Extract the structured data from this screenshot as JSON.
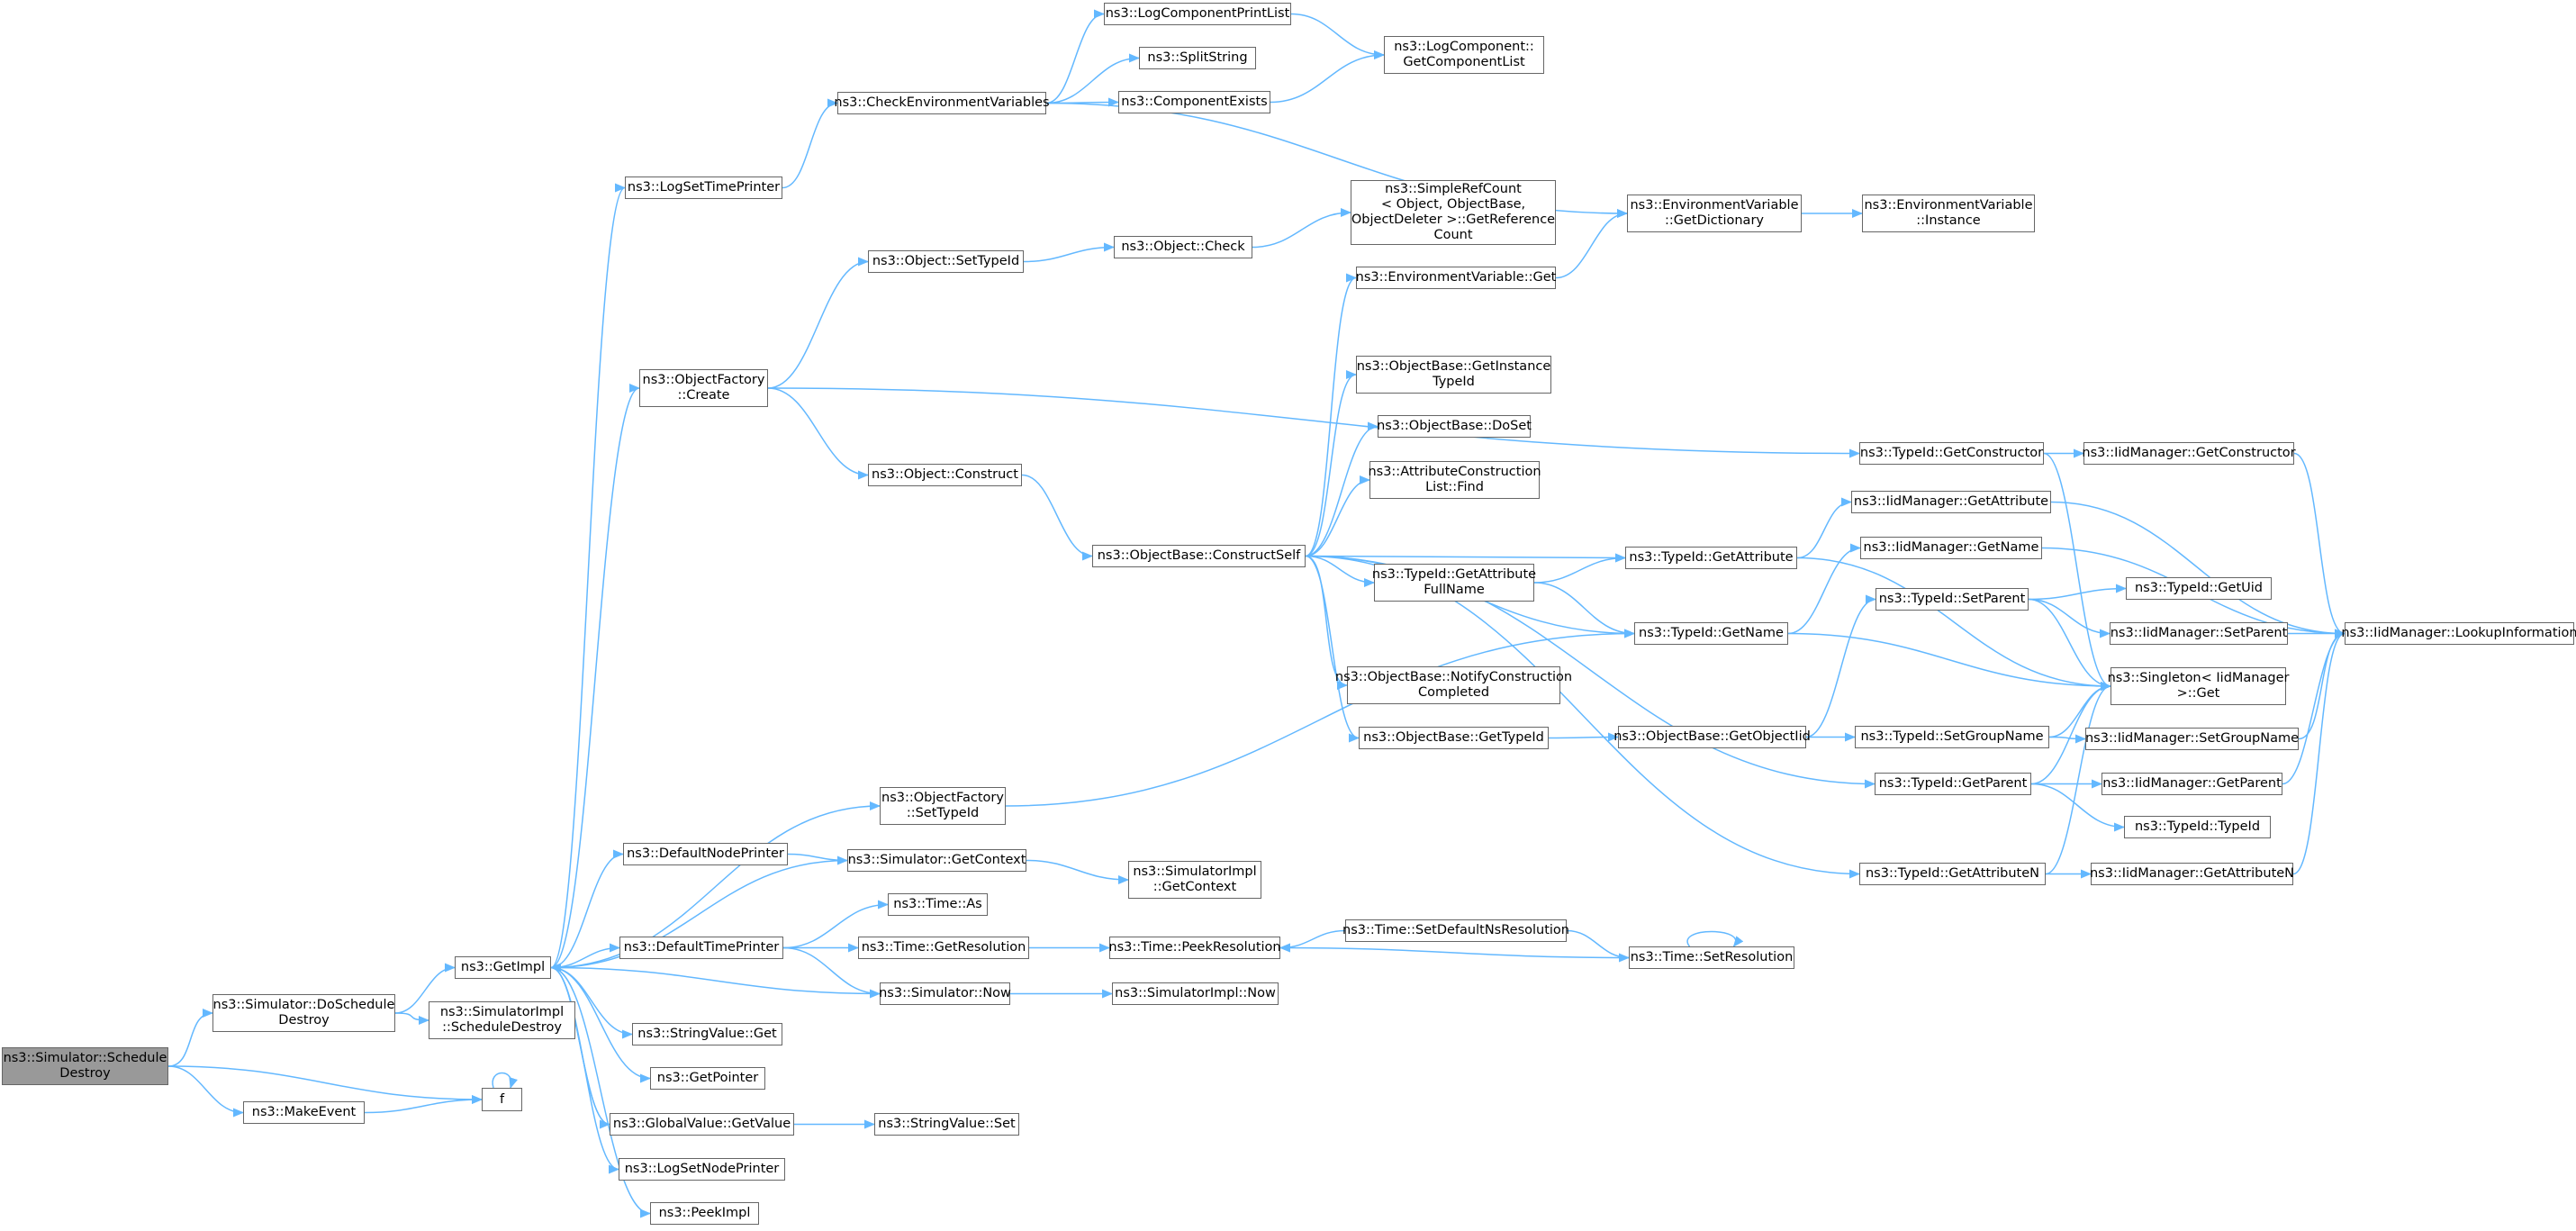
{
  "colors": {
    "edge": "#63b8ff",
    "node_border": "#666666",
    "node_fill": "#ffffff",
    "root_fill": "#999999"
  },
  "nodes": [
    {
      "id": "n_schedule_destroy",
      "lines": [
        "ns3::Simulator::Schedule",
        "Destroy"
      ],
      "root": true
    },
    {
      "id": "n_do_schedule_destroy",
      "lines": [
        "ns3::Simulator::DoSchedule",
        "Destroy"
      ]
    },
    {
      "id": "n_make_event",
      "lines": [
        "ns3::MakeEvent"
      ]
    },
    {
      "id": "n_f",
      "lines": [
        "f"
      ]
    },
    {
      "id": "n_get_impl",
      "lines": [
        "ns3::GetImpl"
      ]
    },
    {
      "id": "n_simimpl_schedule_destroy",
      "lines": [
        "ns3::SimulatorImpl",
        "::ScheduleDestroy"
      ]
    },
    {
      "id": "n_log_set_time_printer",
      "lines": [
        "ns3::LogSetTimePrinter"
      ]
    },
    {
      "id": "n_object_factory_create",
      "lines": [
        "ns3::ObjectFactory",
        "::Create"
      ]
    },
    {
      "id": "n_object_factory_set_type_id",
      "lines": [
        "ns3::ObjectFactory",
        "::SetTypeId"
      ]
    },
    {
      "id": "n_default_node_printer",
      "lines": [
        "ns3::DefaultNodePrinter"
      ]
    },
    {
      "id": "n_default_time_printer",
      "lines": [
        "ns3::DefaultTimePrinter"
      ]
    },
    {
      "id": "n_string_value_get",
      "lines": [
        "ns3::StringValue::Get"
      ]
    },
    {
      "id": "n_get_pointer",
      "lines": [
        "ns3::GetPointer"
      ]
    },
    {
      "id": "n_global_value_get_value",
      "lines": [
        "ns3::GlobalValue::GetValue"
      ]
    },
    {
      "id": "n_log_set_node_printer",
      "lines": [
        "ns3::LogSetNodePrinter"
      ]
    },
    {
      "id": "n_peek_impl",
      "lines": [
        "ns3::PeekImpl"
      ]
    },
    {
      "id": "n_check_env_vars",
      "lines": [
        "ns3::CheckEnvironmentVariables"
      ]
    },
    {
      "id": "n_log_component_print_list",
      "lines": [
        "ns3::LogComponentPrintList"
      ]
    },
    {
      "id": "n_split_string",
      "lines": [
        "ns3::SplitString"
      ]
    },
    {
      "id": "n_component_exists",
      "lines": [
        "ns3::ComponentExists"
      ]
    },
    {
      "id": "n_log_component_get_list",
      "lines": [
        "ns3::LogComponent::",
        "GetComponentList"
      ]
    },
    {
      "id": "n_env_var_get_dictionary",
      "lines": [
        "ns3::EnvironmentVariable",
        "::GetDictionary"
      ]
    },
    {
      "id": "n_env_var_instance",
      "lines": [
        "ns3::EnvironmentVariable",
        "::Instance"
      ]
    },
    {
      "id": "n_env_var_get",
      "lines": [
        "ns3::EnvironmentVariable::Get"
      ]
    },
    {
      "id": "n_object_set_type_id",
      "lines": [
        "ns3::Object::SetTypeId"
      ]
    },
    {
      "id": "n_object_check",
      "lines": [
        "ns3::Object::Check"
      ]
    },
    {
      "id": "n_simple_ref_count",
      "lines": [
        "ns3::SimpleRefCount",
        "< Object, ObjectBase,",
        "ObjectDeleter >::GetReference",
        "Count"
      ]
    },
    {
      "id": "n_object_construct",
      "lines": [
        "ns3::Object::Construct"
      ]
    },
    {
      "id": "n_construct_self",
      "lines": [
        "ns3::ObjectBase::ConstructSelf"
      ]
    },
    {
      "id": "n_get_instance_type_id",
      "lines": [
        "ns3::ObjectBase::GetInstance",
        "TypeId"
      ]
    },
    {
      "id": "n_do_set",
      "lines": [
        "ns3::ObjectBase::DoSet"
      ]
    },
    {
      "id": "n_attr_construction_list_find",
      "lines": [
        "ns3::AttributeConstruction",
        "List::Find"
      ]
    },
    {
      "id": "n_typeid_get_attribute_full_name",
      "lines": [
        "ns3::TypeId::GetAttribute",
        "FullName"
      ]
    },
    {
      "id": "n_notify_construction_completed",
      "lines": [
        "ns3::ObjectBase::NotifyConstruction",
        "Completed"
      ]
    },
    {
      "id": "n_objectbase_get_type_id",
      "lines": [
        "ns3::ObjectBase::GetTypeId"
      ]
    },
    {
      "id": "n_simulator_get_context",
      "lines": [
        "ns3::Simulator::GetContext"
      ]
    },
    {
      "id": "n_simimpl_get_context",
      "lines": [
        "ns3::SimulatorImpl",
        "::GetContext"
      ]
    },
    {
      "id": "n_time_as",
      "lines": [
        "ns3::Time::As"
      ]
    },
    {
      "id": "n_time_get_resolution",
      "lines": [
        "ns3::Time::GetResolution"
      ]
    },
    {
      "id": "n_simulator_now",
      "lines": [
        "ns3::Simulator::Now"
      ]
    },
    {
      "id": "n_string_value_set",
      "lines": [
        "ns3::StringValue::Set"
      ]
    },
    {
      "id": "n_time_peek_resolution",
      "lines": [
        "ns3::Time::PeekResolution"
      ]
    },
    {
      "id": "n_simimpl_now",
      "lines": [
        "ns3::SimulatorImpl::Now"
      ]
    },
    {
      "id": "n_time_set_default_ns_resolution",
      "lines": [
        "ns3::Time::SetDefaultNsResolution"
      ]
    },
    {
      "id": "n_time_set_resolution",
      "lines": [
        "ns3::Time::SetResolution"
      ]
    },
    {
      "id": "n_typeid_get_constructor",
      "lines": [
        "ns3::TypeId::GetConstructor"
      ]
    },
    {
      "id": "n_typeid_get_attribute",
      "lines": [
        "ns3::TypeId::GetAttribute"
      ]
    },
    {
      "id": "n_typeid_get_name",
      "lines": [
        "ns3::TypeId::GetName"
      ]
    },
    {
      "id": "n_objectbase_get_object_iid",
      "lines": [
        "ns3::ObjectBase::GetObjectIid"
      ]
    },
    {
      "id": "n_typeid_get_parent",
      "lines": [
        "ns3::TypeId::GetParent"
      ]
    },
    {
      "id": "n_typeid_get_attribute_n",
      "lines": [
        "ns3::TypeId::GetAttributeN"
      ]
    },
    {
      "id": "n_iid_get_constructor",
      "lines": [
        "ns3::IidManager::GetConstructor"
      ]
    },
    {
      "id": "n_iid_get_attribute",
      "lines": [
        "ns3::IidManager::GetAttribute"
      ]
    },
    {
      "id": "n_iid_get_name",
      "lines": [
        "ns3::IidManager::GetName"
      ]
    },
    {
      "id": "n_typeid_set_parent",
      "lines": [
        "ns3::TypeId::SetParent"
      ]
    },
    {
      "id": "n_typeid_set_group_name",
      "lines": [
        "ns3::TypeId::SetGroupName"
      ]
    },
    {
      "id": "n_singleton_iid_get",
      "lines": [
        "ns3::Singleton< IidManager",
        ">::Get"
      ]
    },
    {
      "id": "n_typeid_get_uid",
      "lines": [
        "ns3::TypeId::GetUid"
      ]
    },
    {
      "id": "n_iid_set_parent",
      "lines": [
        "ns3::IidManager::SetParent"
      ]
    },
    {
      "id": "n_iid_set_group_name",
      "lines": [
        "ns3::IidManager::SetGroupName"
      ]
    },
    {
      "id": "n_iid_get_parent",
      "lines": [
        "ns3::IidManager::GetParent"
      ]
    },
    {
      "id": "n_typeid_typeid",
      "lines": [
        "ns3::TypeId::TypeId"
      ]
    },
    {
      "id": "n_iid_get_attribute_n",
      "lines": [
        "ns3::IidManager::GetAttributeN"
      ]
    },
    {
      "id": "n_iid_lookup_information",
      "lines": [
        "ns3::IidManager::LookupInformation"
      ]
    }
  ],
  "edges": [
    [
      "n_schedule_destroy",
      "n_do_schedule_destroy"
    ],
    [
      "n_schedule_destroy",
      "n_make_event"
    ],
    [
      "n_schedule_destroy",
      "n_f"
    ],
    [
      "n_make_event",
      "n_f"
    ],
    [
      "n_f",
      "n_f"
    ],
    [
      "n_do_schedule_destroy",
      "n_get_impl"
    ],
    [
      "n_do_schedule_destroy",
      "n_simimpl_schedule_destroy"
    ],
    [
      "n_get_impl",
      "n_log_set_time_printer"
    ],
    [
      "n_get_impl",
      "n_object_factory_create"
    ],
    [
      "n_get_impl",
      "n_object_factory_set_type_id"
    ],
    [
      "n_get_impl",
      "n_default_node_printer"
    ],
    [
      "n_get_impl",
      "n_default_time_printer"
    ],
    [
      "n_get_impl",
      "n_string_value_get"
    ],
    [
      "n_get_impl",
      "n_get_pointer"
    ],
    [
      "n_get_impl",
      "n_global_value_get_value"
    ],
    [
      "n_get_impl",
      "n_log_set_node_printer"
    ],
    [
      "n_get_impl",
      "n_peek_impl"
    ],
    [
      "n_log_set_time_printer",
      "n_check_env_vars"
    ],
    [
      "n_check_env_vars",
      "n_log_component_print_list"
    ],
    [
      "n_check_env_vars",
      "n_split_string"
    ],
    [
      "n_check_env_vars",
      "n_component_exists"
    ],
    [
      "n_check_env_vars",
      "n_env_var_get_dictionary"
    ],
    [
      "n_log_component_print_list",
      "n_log_component_get_list"
    ],
    [
      "n_component_exists",
      "n_log_component_get_list"
    ],
    [
      "n_env_var_get_dictionary",
      "n_env_var_instance"
    ],
    [
      "n_env_var_get",
      "n_env_var_get_dictionary"
    ],
    [
      "n_object_factory_create",
      "n_object_set_type_id"
    ],
    [
      "n_object_factory_create",
      "n_object_construct"
    ],
    [
      "n_object_factory_create",
      "n_typeid_get_constructor"
    ],
    [
      "n_object_set_type_id",
      "n_object_check"
    ],
    [
      "n_object_check",
      "n_simple_ref_count"
    ],
    [
      "n_object_construct",
      "n_construct_self"
    ],
    [
      "n_construct_self",
      "n_env_var_get"
    ],
    [
      "n_construct_self",
      "n_get_instance_type_id"
    ],
    [
      "n_construct_self",
      "n_do_set"
    ],
    [
      "n_construct_self",
      "n_attr_construction_list_find"
    ],
    [
      "n_construct_self",
      "n_typeid_get_attribute"
    ],
    [
      "n_construct_self",
      "n_typeid_get_attribute_full_name"
    ],
    [
      "n_construct_self",
      "n_typeid_get_name"
    ],
    [
      "n_construct_self",
      "n_notify_construction_completed"
    ],
    [
      "n_construct_self",
      "n_objectbase_get_type_id"
    ],
    [
      "n_construct_self",
      "n_typeid_get_parent"
    ],
    [
      "n_construct_self",
      "n_typeid_get_attribute_n"
    ],
    [
      "n_typeid_get_attribute_full_name",
      "n_typeid_get_attribute"
    ],
    [
      "n_typeid_get_attribute_full_name",
      "n_typeid_get_name"
    ],
    [
      "n_objectbase_get_type_id",
      "n_objectbase_get_object_iid"
    ],
    [
      "n_object_factory_set_type_id",
      "n_typeid_get_name"
    ],
    [
      "n_default_node_printer",
      "n_simulator_get_context"
    ],
    [
      "n_simulator_get_context",
      "n_get_impl"
    ],
    [
      "n_simulator_get_context",
      "n_simimpl_get_context"
    ],
    [
      "n_default_time_printer",
      "n_time_as"
    ],
    [
      "n_default_time_printer",
      "n_time_get_resolution"
    ],
    [
      "n_default_time_printer",
      "n_simulator_now"
    ],
    [
      "n_simulator_now",
      "n_get_impl"
    ],
    [
      "n_simulator_now",
      "n_simimpl_now"
    ],
    [
      "n_time_get_resolution",
      "n_time_peek_resolution"
    ],
    [
      "n_time_set_default_ns_resolution",
      "n_time_peek_resolution"
    ],
    [
      "n_time_set_default_ns_resolution",
      "n_time_set_resolution"
    ],
    [
      "n_time_set_resolution",
      "n_time_peek_resolution"
    ],
    [
      "n_time_set_resolution",
      "n_time_set_resolution"
    ],
    [
      "n_global_value_get_value",
      "n_get_impl"
    ],
    [
      "n_global_value_get_value",
      "n_string_value_set"
    ],
    [
      "n_typeid_get_constructor",
      "n_iid_get_constructor"
    ],
    [
      "n_typeid_get_constructor",
      "n_singleton_iid_get"
    ],
    [
      "n_typeid_get_attribute",
      "n_iid_get_attribute"
    ],
    [
      "n_typeid_get_attribute",
      "n_singleton_iid_get"
    ],
    [
      "n_typeid_get_name",
      "n_iid_get_name"
    ],
    [
      "n_typeid_get_name",
      "n_singleton_iid_get"
    ],
    [
      "n_objectbase_get_object_iid",
      "n_typeid_set_parent"
    ],
    [
      "n_objectbase_get_object_iid",
      "n_typeid_set_group_name"
    ],
    [
      "n_typeid_set_parent",
      "n_typeid_get_uid"
    ],
    [
      "n_typeid_set_parent",
      "n_iid_set_parent"
    ],
    [
      "n_typeid_set_parent",
      "n_singleton_iid_get"
    ],
    [
      "n_typeid_set_group_name",
      "n_iid_set_group_name"
    ],
    [
      "n_typeid_set_group_name",
      "n_singleton_iid_get"
    ],
    [
      "n_typeid_get_parent",
      "n_iid_get_parent"
    ],
    [
      "n_typeid_get_parent",
      "n_typeid_typeid"
    ],
    [
      "n_typeid_get_parent",
      "n_singleton_iid_get"
    ],
    [
      "n_typeid_get_attribute_n",
      "n_iid_get_attribute_n"
    ],
    [
      "n_typeid_get_attribute_n",
      "n_singleton_iid_get"
    ],
    [
      "n_iid_get_constructor",
      "n_iid_lookup_information"
    ],
    [
      "n_iid_get_attribute",
      "n_iid_lookup_information"
    ],
    [
      "n_iid_get_name",
      "n_iid_lookup_information"
    ],
    [
      "n_iid_set_parent",
      "n_iid_lookup_information"
    ],
    [
      "n_iid_set_group_name",
      "n_iid_lookup_information"
    ],
    [
      "n_iid_get_parent",
      "n_iid_lookup_information"
    ],
    [
      "n_iid_get_attribute_n",
      "n_iid_lookup_information"
    ]
  ]
}
